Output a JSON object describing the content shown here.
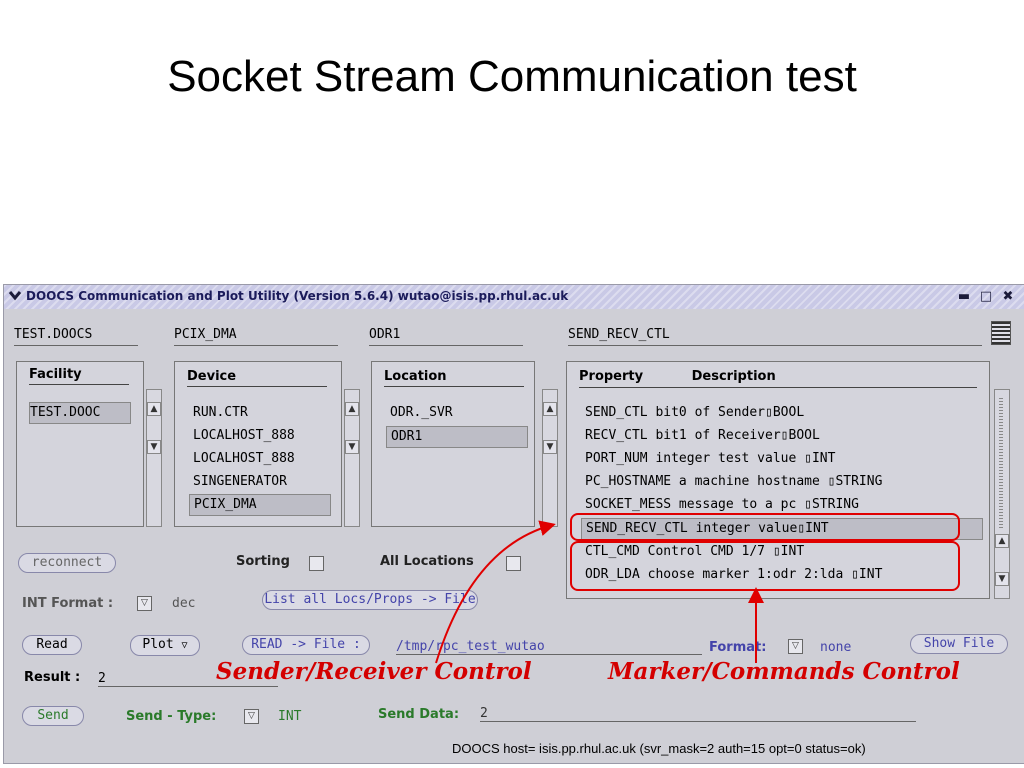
{
  "slide": {
    "title": "Socket Stream Communication test"
  },
  "window": {
    "title": "DOOCS Communication and Plot Utility  (Version 5.6.4)   wutao@isis.pp.rhul.ac.uk",
    "menu_icon": "chevron-down-icon",
    "minimize_label": "▬",
    "maximize_label": "□",
    "close_label": "✖"
  },
  "address": {
    "facility": "TEST.DOOCS",
    "device": "PCIX_DMA",
    "location": "ODR1",
    "property": "SEND_RECV_CTL"
  },
  "facility_panel": {
    "header": "Facility",
    "items": [
      "TEST.DOOC"
    ]
  },
  "device_panel": {
    "header": "Device",
    "items": [
      "RUN.CTR",
      "LOCALHOST_888",
      "LOCALHOST_888",
      "SINGENERATOR",
      "PCIX_DMA"
    ]
  },
  "location_panel": {
    "header": "Location",
    "items": [
      "ODR._SVR",
      "ODR1"
    ]
  },
  "property_panel": {
    "header_property": "Property",
    "header_description": "Description",
    "items": [
      "SEND_CTL bit0 of Sender▯BOOL",
      "RECV_CTL bit1 of Receiver▯BOOL",
      "PORT_NUM integer test value ▯INT",
      "PC_HOSTNAME a machine hostname ▯STRING",
      "SOCKET_MESS message to a pc ▯STRING",
      "SEND_RECV_CTL integer value▯INT",
      "CTL_CMD Control CMD 1/7 ▯INT",
      "ODR_LDA choose marker  1:odr 2:lda ▯INT"
    ]
  },
  "controls": {
    "reconnect": "reconnect",
    "sorting": "Sorting",
    "all_locations": "All Locations",
    "int_format_label": "INT Format :",
    "int_format_value": "dec",
    "list_all": "List all Locs/Props -> File",
    "read": "Read",
    "plot": "Plot",
    "read_to_file": "READ -> File :",
    "file_path": "/tmp/rpc_test_wutao",
    "format_label": "Format:",
    "format_value": "none",
    "show_file": "Show File",
    "result_label": "Result :",
    "result_value": "2",
    "send": "Send",
    "send_type_label": "Send - Type:",
    "send_type_value": "INT",
    "send_data_label": "Send Data:",
    "send_data_value": "2",
    "dropdown_arrow": "▽",
    "status": "DOOCS  host= isis.pp.rhul.ac.uk (svr_mask=2 auth=15 opt=0 status=ok)"
  },
  "annotations": {
    "sender_receiver": "Sender/Receiver Control",
    "marker_commands": "Marker/Commands Control",
    "color": "#d40000"
  }
}
